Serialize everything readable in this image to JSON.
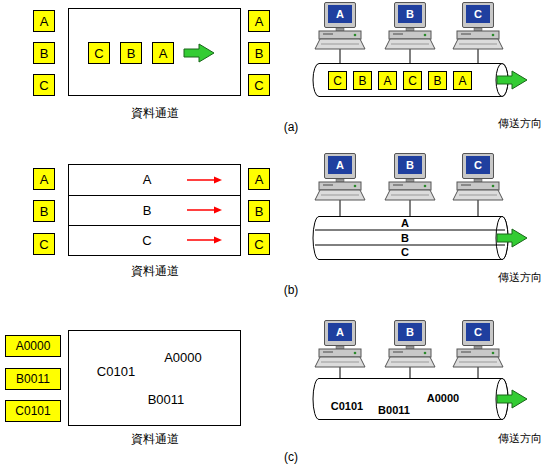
{
  "diagram": {
    "nodes": [
      {
        "text": [
          "A"
        ]
      },
      {
        "text": [
          "B"
        ]
      },
      {
        "text": [
          "C"
        ]
      },
      {
        "text": [
          "資料通道"
        ]
      },
      {
        "text": [
          "C"
        ],
        "in": 3
      },
      {
        "text": [
          "B"
        ],
        "in": 3
      },
      {
        "text": [
          "A"
        ],
        "in": 3
      },
      {
        "text": [
          "A"
        ]
      },
      {
        "text": [
          "B"
        ]
      },
      {
        "text": [
          "C"
        ]
      },
      {
        "text": [
          "A"
        ]
      },
      {
        "text": [
          "B"
        ]
      },
      {
        "text": [
          "C"
        ]
      },
      {
        "text": [
          "傳送方向"
        ]
      },
      {
        "text": [
          "C"
        ],
        "in": 13
      },
      {
        "text": [
          "B"
        ],
        "in": 13
      },
      {
        "text": [
          "A"
        ],
        "in": 13
      },
      {
        "text": [
          "C"
        ],
        "in": 13
      },
      {
        "text": [
          "B"
        ],
        "in": 13
      },
      {
        "text": [
          "A"
        ],
        "in": 13
      },
      {
        "text": [
          "A"
        ]
      },
      {
        "text": [
          "B"
        ]
      },
      {
        "text": [
          "C"
        ]
      },
      {
        "text": [
          "資料通道"
        ]
      },
      {
        "text": [
          "A"
        ],
        "in": 23
      },
      {
        "text": [
          "B"
        ],
        "in": 23
      },
      {
        "text": [
          "C"
        ],
        "in": 23
      },
      {
        "text": [
          "A"
        ]
      },
      {
        "text": [
          "B"
        ]
      },
      {
        "text": [
          "C"
        ]
      },
      {
        "text": [
          "A"
        ]
      },
      {
        "text": [
          "B"
        ]
      },
      {
        "text": [
          "C"
        ]
      },
      {
        "text": [
          "A",
          "B",
          "C",
          "傳送方向"
        ]
      },
      {
        "text": [
          "A0000"
        ]
      },
      {
        "text": [
          "B0011"
        ]
      },
      {
        "text": [
          "C0101"
        ]
      },
      {
        "text": [
          "A0000",
          "C0101",
          "B0011",
          "資料通道"
        ]
      },
      {
        "text": [
          "A"
        ]
      },
      {
        "text": [
          "B"
        ]
      },
      {
        "text": [
          "C"
        ]
      },
      {
        "text": [
          "C0101",
          "B0011",
          "A0000",
          "傳送方向"
        ]
      }
    ],
    "edges": [
      {
        "from": 10,
        "to": 13,
        "arrow": "none"
      },
      {
        "from": 11,
        "to": 13,
        "arrow": "none"
      },
      {
        "from": 12,
        "to": 13,
        "arrow": "none"
      },
      {
        "from": 30,
        "to": 33,
        "arrow": "none"
      },
      {
        "from": 31,
        "to": 33,
        "arrow": "none"
      },
      {
        "from": 32,
        "to": 33,
        "arrow": "none"
      },
      {
        "from": 38,
        "to": 41,
        "arrow": "none"
      },
      {
        "from": 39,
        "to": 41,
        "arrow": "none"
      },
      {
        "from": 40,
        "to": 41,
        "arrow": "none"
      }
    ],
    "labels": [
      "(a)",
      "(b)",
      "(c)"
    ]
  }
}
